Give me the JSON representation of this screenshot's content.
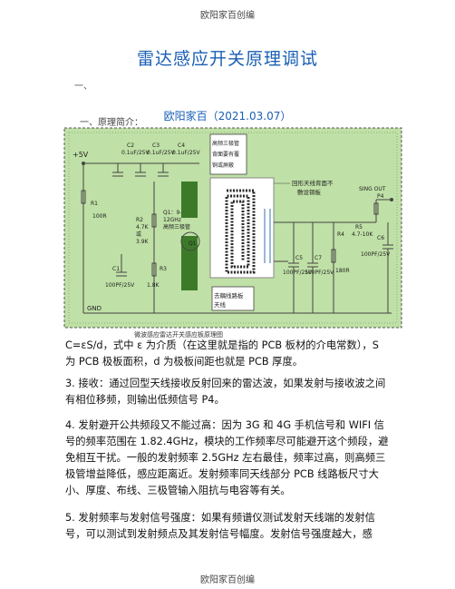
{
  "header": {
    "watermark": "欧阳家百创编"
  },
  "footer": {
    "watermark": "欧阳家百创编"
  },
  "document": {
    "title": "雷达感应开关原理调试",
    "section_marker": "一、",
    "author_line": "欧阳家百（2021.03.07）",
    "intro_heading": "一、原理简介："
  },
  "figure": {
    "caption": "微波感应雷达开关感应板原理图",
    "labels": {
      "vcc": "+5V",
      "gnd": "GND",
      "sig_out": "SING OUT",
      "p4": "P4",
      "c2": "C2",
      "c2v": "0.1uF/25V",
      "c3": "C3",
      "c3v": "0.1uF/25V",
      "c4": "C4",
      "c4v": "0.1uF/25V",
      "r1": "R1",
      "r1v": "100R",
      "r2": "R2",
      "r2v": "4.7K",
      "r2m": "或",
      "r2w": "3.9K",
      "q1": "Q1：9-",
      "q1f": "12GHz",
      "q1t": "高频三极管",
      "q1b": "Q1",
      "c1": "C1",
      "c1v": "100PF/25V",
      "r3": "R3",
      "r3v": "1.8K",
      "r5": "R5",
      "r5v": "4.7-10K",
      "r4": "R4",
      "r4v": "180R",
      "c5": "C5",
      "c5v": "100PF/25V",
      "c7": "C7",
      "c7v": "100PF/25V",
      "c6": "C6",
      "c6v": "100PF/25V",
      "note_top_1": "高频三极管",
      "note_top_2": "背面要有覆",
      "note_top_3": "铜或屏蔽",
      "note_loop_1": "回形天线背面不",
      "note_loop_2": "敷设铜板",
      "note_bottom_1": "去耦线路板",
      "note_bottom_2": "天线"
    }
  },
  "paragraphs": [
    "C=εS/d，式中 ε 为介质（在这里就是指的 PCB 板材的介电常数），S 为 PCB 极板面积，d 为极板间距也就是 PCB 厚度。",
    "3. 接收：通过回型天线接收反射回来的雷达波，如果发射与接收波之间有相位移频，则输出低频信号 P4。",
    "4. 发射避开公共频段又不能过高：因为 3G 和 4G 手机信号和 WIFI 信号的频率范围在 1.82.4GHz，模块的工作频率尽可能避开这个频段，避免相互干扰。一般的发射频率 2.5GHz 左右最佳，频率过高，则高频三极管增益降低，感应距离近。发射频率同天线部分 PCB 线路板尺寸大小、厚度、布线、三极管输入阻抗与电容等有关。",
    "5. 发射频率与发射信号强度：如果有频谱仪测试发射天线端的发射信号，可以测试到发射频点及其发射信号幅度。发射信号强度越大，感"
  ]
}
